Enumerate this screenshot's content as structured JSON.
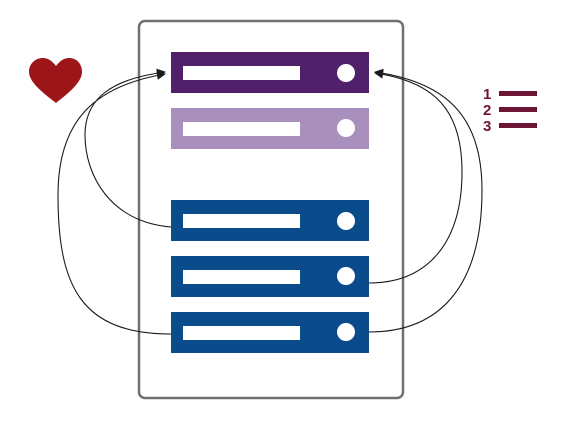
{
  "colors": {
    "background": "#ffffff",
    "frame_stroke": "#707070",
    "frame_fill": "#ffffff",
    "primary_slot": "#50206b",
    "faded_slot": "#a98fbb",
    "standard_slot": "#0a4b8c",
    "slot_detail": "#ffffff",
    "heart": "#9c1518",
    "list_icon": "#6e1537",
    "connector": "#1a1a1a"
  },
  "slots": [
    {
      "id": "primary",
      "tone": "primary_slot"
    },
    {
      "id": "faded",
      "tone": "faded_slot"
    },
    {
      "id": "standard-1",
      "tone": "standard_slot"
    },
    {
      "id": "standard-2",
      "tone": "standard_slot"
    },
    {
      "id": "standard-3",
      "tone": "standard_slot"
    }
  ],
  "icons": {
    "left": "heart-icon",
    "right": "numbered-list-icon"
  },
  "numbered_list": {
    "digits": [
      "1",
      "2",
      "3"
    ]
  },
  "connections": [
    {
      "side": "left",
      "from": "standard-1",
      "to": "primary"
    },
    {
      "side": "left",
      "from": "standard-3",
      "to": "primary"
    },
    {
      "side": "right",
      "from": "standard-2",
      "to": "primary"
    },
    {
      "side": "right",
      "from": "standard-3",
      "to": "primary"
    }
  ]
}
